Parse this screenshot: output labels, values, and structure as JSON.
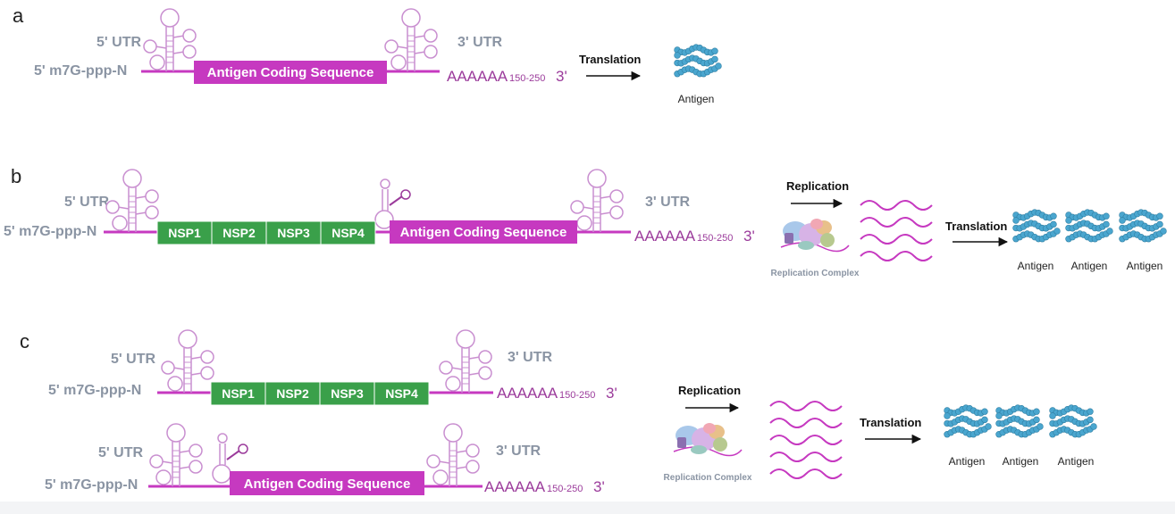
{
  "colors": {
    "mrna": "#c639c0",
    "nsp": "#3aa04a",
    "label_grey": "#8a94a3",
    "poly_a": "#9b3b9b",
    "protein": "#4aa6cf",
    "arrow": "#111111"
  },
  "icons": {
    "stem_loop": "utr-stem-loop-icon",
    "protein": "antigen-protein-icon",
    "complex": "replication-complex-icon",
    "rna_copies": "rna-wave-icon"
  },
  "panel_a": {
    "letter": "a",
    "utr5": "5' UTR",
    "utr3": "3' UTR",
    "cap": "5' m7G-ppp-N",
    "coding": "Antigen Coding Sequence",
    "poly_a": "AAAAAA",
    "poly_a_range": "150-250",
    "end_3": "3'",
    "translation": "Translation",
    "antigen": "Antigen"
  },
  "panel_b": {
    "letter": "b",
    "utr5": "5' UTR",
    "utr3": "3' UTR",
    "cap": "5' m7G-ppp-N",
    "nsps": [
      "NSP1",
      "NSP2",
      "NSP3",
      "NSP4"
    ],
    "coding": "Antigen Coding Sequence",
    "poly_a": "AAAAAA",
    "poly_a_range": "150-250",
    "end_3": "3'",
    "replication": "Replication",
    "replication_complex": "Replication Complex",
    "translation": "Translation",
    "antigens": [
      "Antigen",
      "Antigen",
      "Antigen"
    ]
  },
  "panel_c": {
    "letter": "c",
    "replicon": {
      "utr5": "5' UTR",
      "utr3": "3' UTR",
      "cap": "5' m7G-ppp-N",
      "nsps": [
        "NSP1",
        "NSP2",
        "NSP3",
        "NSP4"
      ],
      "poly_a": "AAAAAA",
      "poly_a_range": "150-250",
      "end_3": "3'"
    },
    "transreplicon": {
      "utr5": "5' UTR",
      "utr3": "3' UTR",
      "cap": "5' m7G-ppp-N",
      "coding": "Antigen Coding Sequence",
      "poly_a": "AAAAAA",
      "poly_a_range": "150-250",
      "end_3": "3'"
    },
    "replication": "Replication",
    "replication_complex": "Replication Complex",
    "translation": "Translation",
    "antigens": [
      "Antigen",
      "Antigen",
      "Antigen"
    ]
  }
}
